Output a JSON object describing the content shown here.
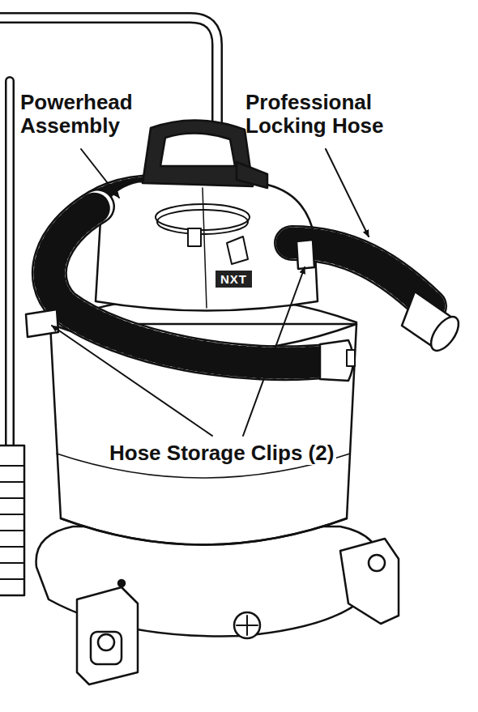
{
  "diagram": {
    "labels": [
      "Powerhead Assembly",
      "Professional Locking Hose",
      "Hose Storage Clips (2)",
      "NXT"
    ]
  }
}
